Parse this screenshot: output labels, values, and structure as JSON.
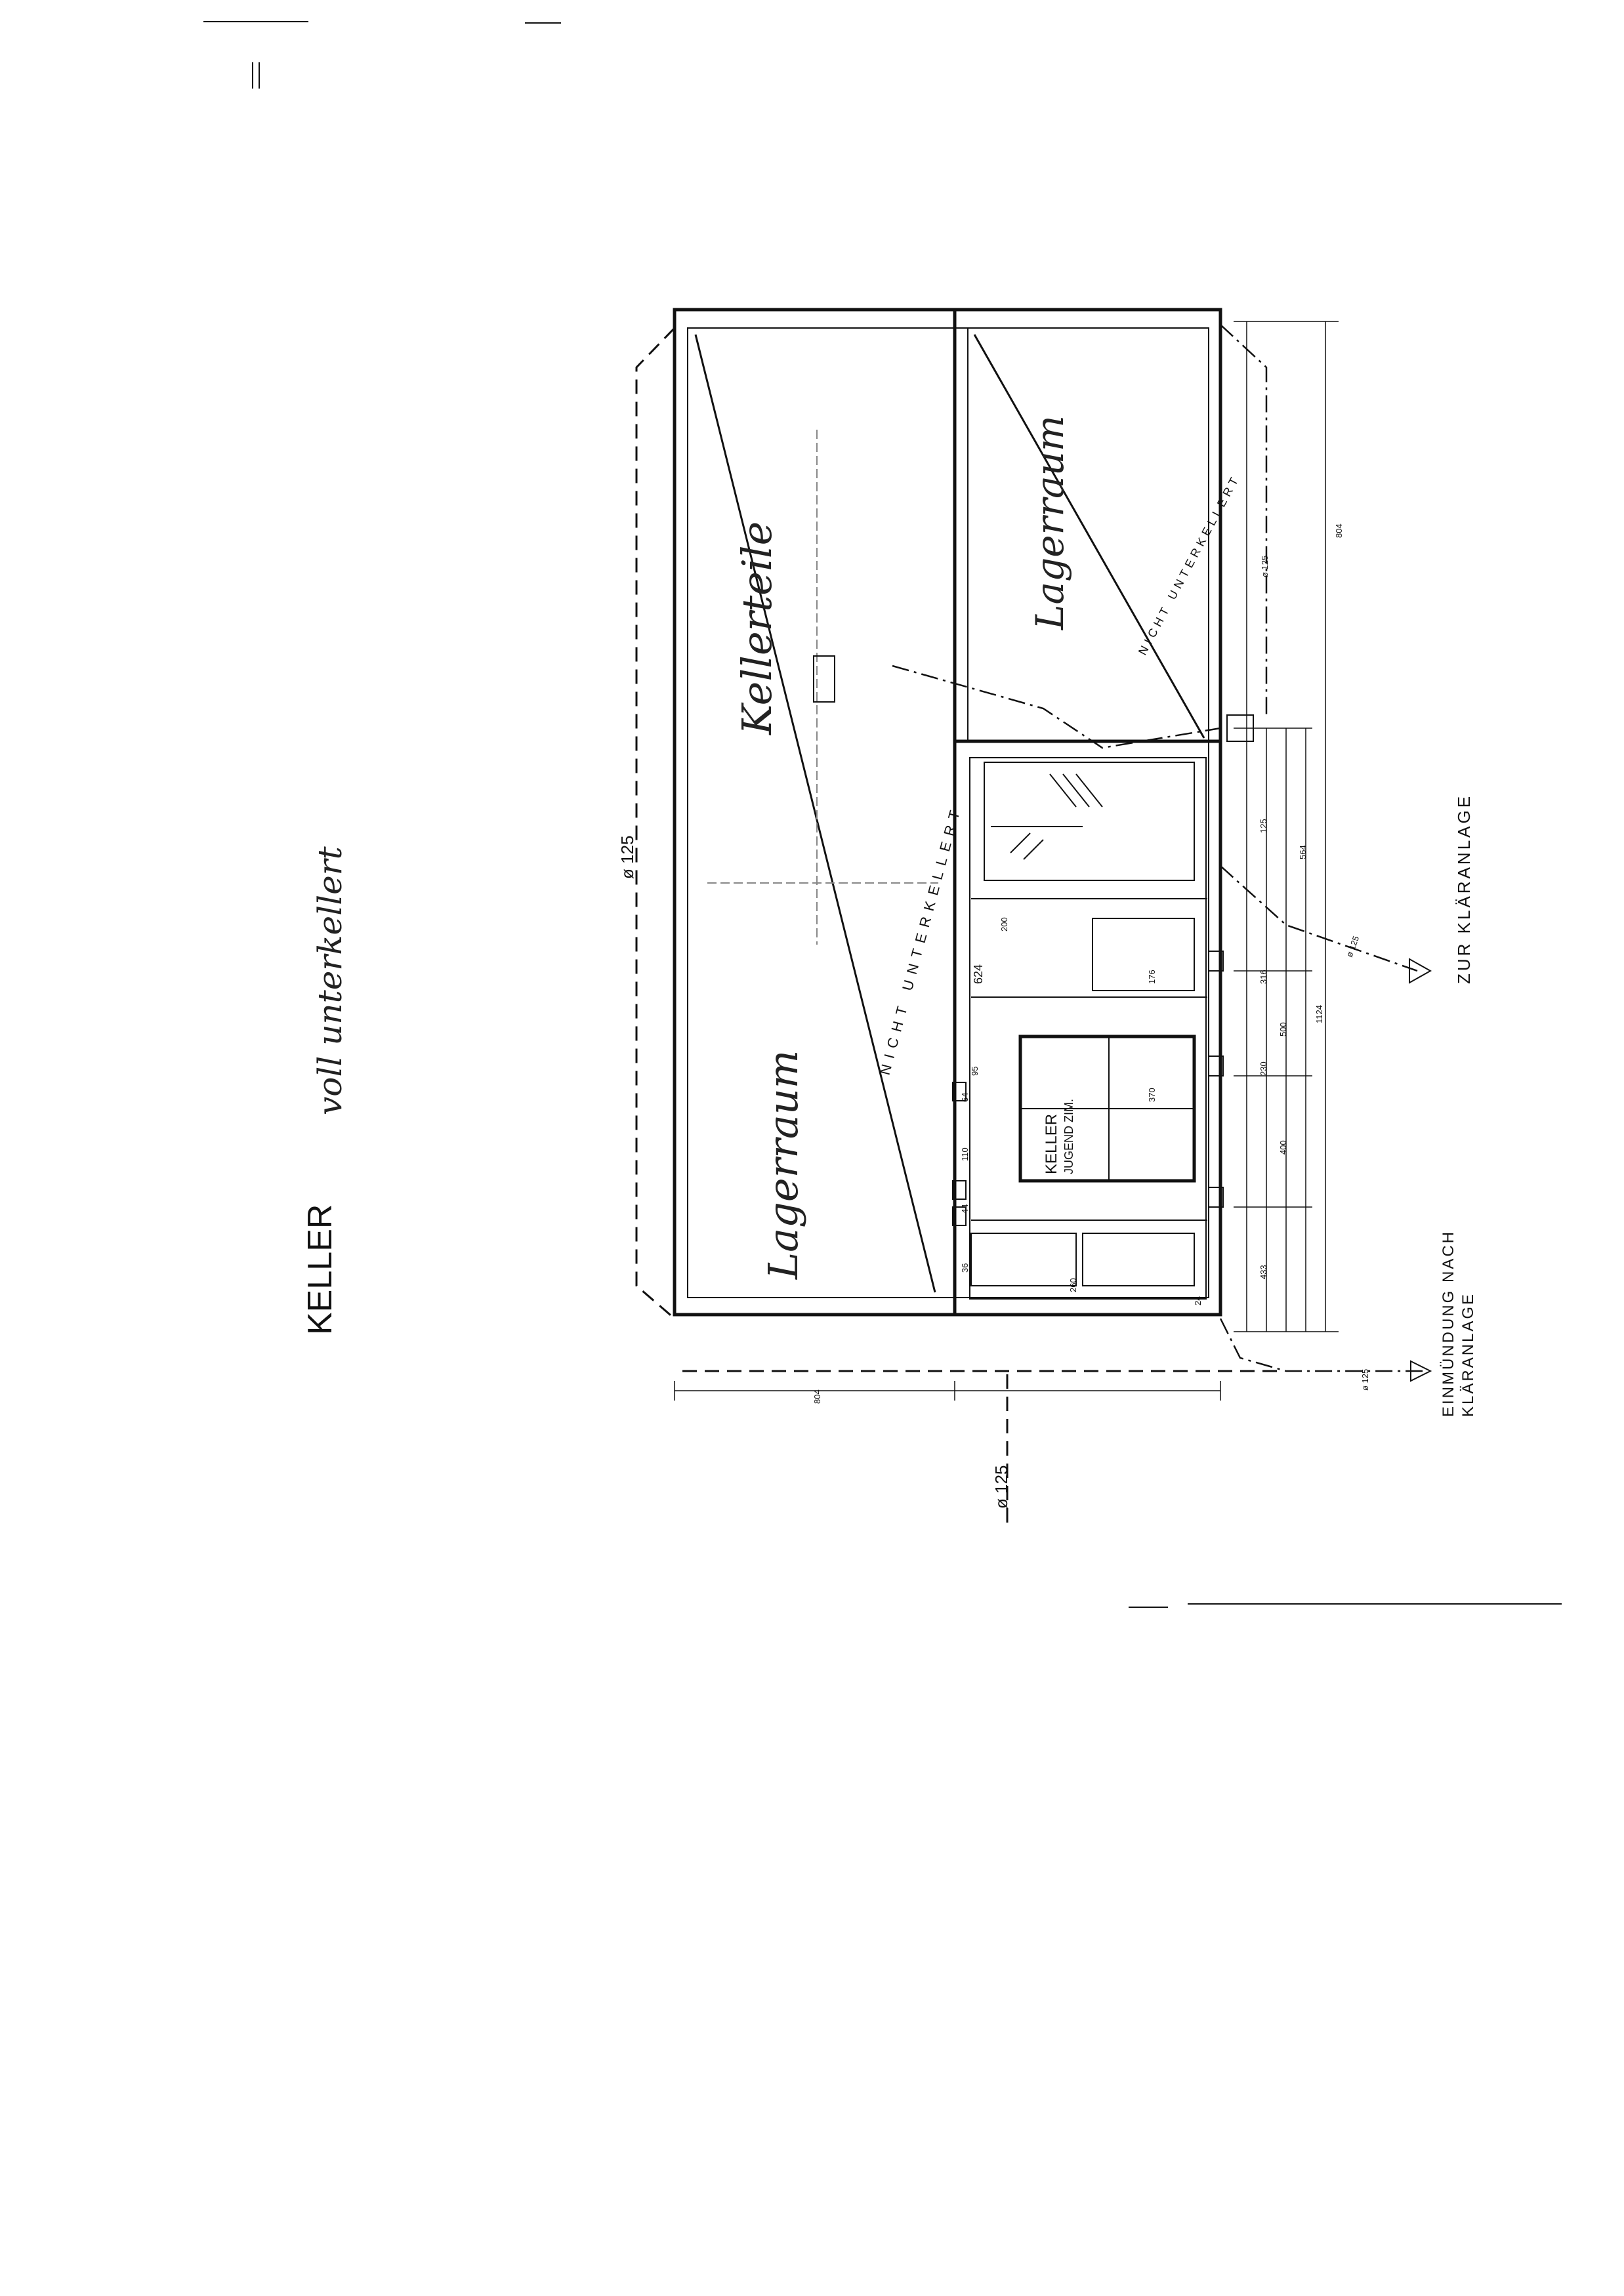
{
  "page": {
    "title": "KELLER",
    "note": "voll unterkellert"
  },
  "rooms": {
    "lagerraum_left": "Lagerraum",
    "kellerteile": "Kellerteile",
    "lagerraum_right": "Lagerraum",
    "keller": "KELLER",
    "keller_sub": "JUGEND ZIM."
  },
  "annotations": {
    "nicht_unterkellert": "NICHT UNTERKELLERT",
    "nicht_unterkellert_2": "NICHT UNTERKELLERT",
    "zur_klaeranlage": "ZUR KLÄRANLAGE",
    "einmuendung_1": "EINMÜNDUNG NACH",
    "einmuendung_2": "KLÄRANLAGE",
    "pipe_1": "ø 125",
    "pipe_2": "ø 125",
    "pipe_3": "ø 125",
    "pipe_4": "ø 125",
    "pipe_5": "ø 125"
  },
  "dimensions": {
    "overall_bottom": "804",
    "overall_top": "804",
    "overall_right": "1124",
    "inner_1": "624",
    "inner_2": "564",
    "inner_3": "500",
    "inner_4": "433",
    "inner_5": "400",
    "inner_6": "370",
    "inner_7": "316",
    "inner_8": "260",
    "inner_9": "230",
    "inner_10": "200",
    "inner_11": "176",
    "inner_12": "125",
    "inner_13": "110",
    "inner_14": "95",
    "inner_15": "64",
    "inner_16": "44",
    "inner_17": "36",
    "inner_18": "24"
  }
}
